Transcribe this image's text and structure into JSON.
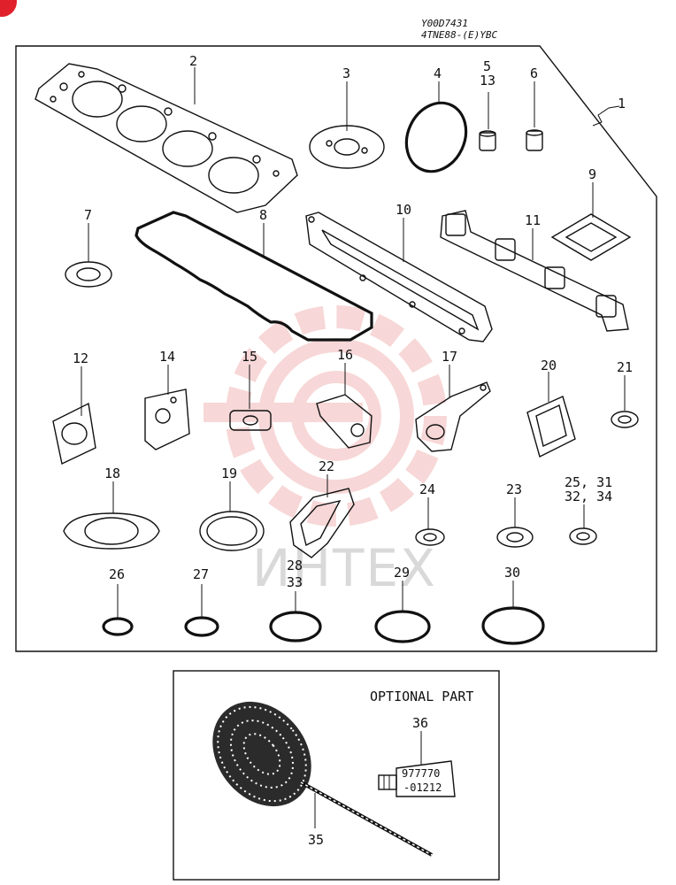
{
  "header": {
    "code": "Y00D7431",
    "model": "4TNE88-(E)YBC"
  },
  "watermark": {
    "text": "ИНТЕХ",
    "color": "#f2b8b8"
  },
  "parts": [
    {
      "id": "p1",
      "label": "1"
    },
    {
      "id": "p2",
      "label": "2"
    },
    {
      "id": "p3",
      "label": "3"
    },
    {
      "id": "p4",
      "label": "4"
    },
    {
      "id": "p5",
      "label": "5"
    },
    {
      "id": "p13",
      "label": "13"
    },
    {
      "id": "p6",
      "label": "6"
    },
    {
      "id": "p7",
      "label": "7"
    },
    {
      "id": "p8",
      "label": "8"
    },
    {
      "id": "p9",
      "label": "9"
    },
    {
      "id": "p10",
      "label": "10"
    },
    {
      "id": "p11",
      "label": "11"
    },
    {
      "id": "p12",
      "label": "12"
    },
    {
      "id": "p14",
      "label": "14"
    },
    {
      "id": "p15",
      "label": "15"
    },
    {
      "id": "p16",
      "label": "16"
    },
    {
      "id": "p17",
      "label": "17"
    },
    {
      "id": "p20",
      "label": "20"
    },
    {
      "id": "p21",
      "label": "21"
    },
    {
      "id": "p18",
      "label": "18"
    },
    {
      "id": "p19",
      "label": "19"
    },
    {
      "id": "p22",
      "label": "22"
    },
    {
      "id": "p24",
      "label": "24"
    },
    {
      "id": "p23",
      "label": "23"
    },
    {
      "id": "p25",
      "label": "25, 31"
    },
    {
      "id": "p32",
      "label": "32, 34"
    },
    {
      "id": "p26",
      "label": "26"
    },
    {
      "id": "p27",
      "label": "27"
    },
    {
      "id": "p28",
      "label": "28"
    },
    {
      "id": "p33",
      "label": "33"
    },
    {
      "id": "p29",
      "label": "29"
    },
    {
      "id": "p30",
      "label": "30"
    },
    {
      "id": "p36",
      "label": "36"
    },
    {
      "id": "p35",
      "label": "35"
    }
  ],
  "optional": {
    "title": "OPTIONAL PART",
    "tube_line1": "977770",
    "tube_line2": "-01212"
  }
}
